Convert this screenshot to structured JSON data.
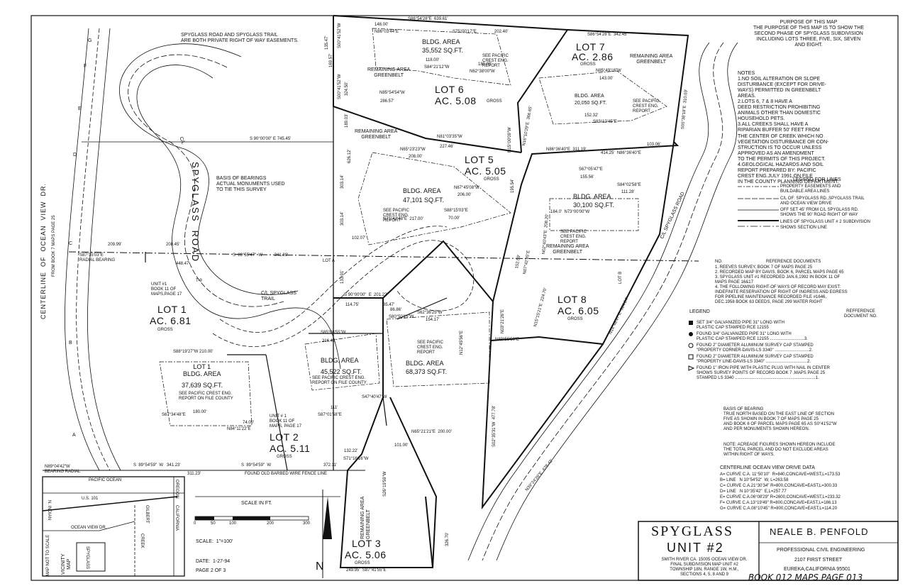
{
  "sheet": {
    "notes_purpose": "PURPOSE OF THIS MAP\nTHE PURPOSE OF THIS MAP IS TO SHOW THE\nSECOND PHASE OF SPYGLASS SUBDIVISION\nINCLUDING LOTS THREE, FIVE, SIX, SEVEN\nAND EIGHT.",
    "notes": "NOTES\n1.NO SOIL ALTERATION OR SLOPE\nDISTURBANCE (EXCEPT FOR DRIVE-\nWAYS) PERMITTED IN GREENBELT\nAREAS.\n2.LOTS 6, 7 & 8 HAVE A\nDEED RESTRICTION PROHIBITING\nANIMALS OTHER THAN DOMESTIC\nHOUSEHOLD PETS.\n3.ALL CREEKS SHALL HAVE A\nRIPARIAN BUFFER 50' FEET FROM\nTHE CENTER OF CREEK WHICH NO\nVEGETATION DISTURBANCE OR CON-\nSTRUCTION IS TO OCCUR UNLESS\nAPPROVED AS AN AMENDMENT\nTO THE PERMITS OF THIS PROJECT.\n4.GEOLOGICAL HAZARDS AND SOIL\nREPORT PREPARED BY: PACIFIC\nCREST ENG.JULY 1991,ON FILE\nIN THE COUNTY PLANNING DEPARTMENT.",
    "legend_lines": {
      "title": "LEGEND FOR LINES",
      "items": [
        "PROPERTY EASEMENTS AND\nBUILDABLE AREA LINES",
        "C/L OF: SPYGLASS RD.,SPYGLASS TRAIL\nAND OCEAN VIEW DRIVE",
        "OFF SET 45' FROM C/L SPYGLASS RD.\nSHOWS THE 90' ROAD RIGHT OF WAY",
        "LINES OF SPYGLASS UNIT # 2 SUBDIVISION",
        "SHOWS SECTION LINE"
      ]
    },
    "references": {
      "no_header": "NO.",
      "title": "REFERENCE DOCUMENTS",
      "items": [
        "1.  REEVES SURVEY, BOOK 7 OF MAPS PAGE 25",
        "2.  RECORDED MAP BY DAVIS, BOOK 6, PARCEL MAPS PAGE 65",
        "3.  SPYGLASS UNIT #1 RECORDED JAN.6,1992 IN BOOK 11 OF\n     MAPS PAGE 16&17",
        "4.  THE FOLLOWING RIGHT-OF WAYS OF RECORD MAY EXIST:\n     INDEFINITE RESERVATION OF RIGHT OF INGRESS AND EGRESS\n     FOR PIPELINE MAINTENANCE RECORDED FILE #1646,\n     DEC.1958 BOOK 63 DEEDS, PAGE 299 WATER RIGHT"
      ]
    },
    "legend": {
      "title": "LEGEND",
      "ref_header": "REFFERENCE\nDOCUMENT NO.",
      "items": [
        "SET 3/4\" GALVANIZED PIPE 31\" LONG WITH\nPLASTIC CAP STAMPED RCE 12155",
        "FOUND 3/4\" GALVANIZED PIPE 31\" LONG WITH\nPLASTIC CAP STAMPED RCE 12155 .............................3.",
        "FOUND 2\" DIAMETER ALUMINUM SURVEY CAP STAMPED\n\"PROPERTY CORNER-DAVIS-LS 3340\" .............................2.",
        "FOUND 2\" DIAMETER ALUMINUM SURVEY CAP STAMPED\n\"PROPERTY LINE-DAVIS-LS 3340\" ...................................2.",
        "FOUND 1\" IRON  PIPE WITH PLASTIC PLUG WITH NAIL IN CENTER\nSHOWS SURVEY POINTS OF RECORD BOOK 7 ,MAPS PAGE 25\nSTAMPED LS 3340 ....................................................................1."
      ]
    },
    "basis_of_bearing": "BASIS OF BEARING\nTRUE NORTH BASED ON THE EAST LINE OF SECTION\nFIVE AS SHOWN IN BOOK 7 OF MAPS PAGE 25\nAND BOOK 6 OF PARCEL MAPS PAGE 65 AS S0°41'52\"W\nAND PER MONUMENTS SHOWN HEREON.",
    "acreage_note": "NOTE: ACREAGE FIGURES SHOWN HEREON INCLUDE\nTHE TOTAL PARCEL AND DO NOT EXCLUDE AREAS\nWITHIN RIGHT OF WAYS.",
    "centerline": {
      "title": "CENTERLINE OCEAN VIEW DRIVE DATA",
      "items": [
        "A= CURVE C.A. 11°50'10\"  R=840,CONCAVE=WEST,L=173.53",
        "B= LINE   N 10°54'52\"  W, L=263.58",
        "C= CURVE C.A.21°30'34\" R=800,CONCAVE=EAST,L=300.33",
        "D= LINE   N 10°35'42\"  E,L=257.77",
        "E= CURVE C.A.06°08'29\" R=2600,CONCAVE=WEST,L=233.32",
        "F= CURVE C.A.13°19'49\" R=800,CONCAVE=EAST,L=186.13",
        "G= CURVE C.A.08°10'45\" R=800,CONCAVE=EAST,L=114.20"
      ]
    },
    "title_block": {
      "title": "SPYGLASS",
      "unit": "UNIT #2",
      "desc": "SMITH RIVER CA.  15005 OCEAN VIEW DR.\nFINAL SUBDIVISION MAP UNIT #2\nTOWNSHIP 18N, RANGE 1W, H.M.,\nSECTIONS 4, 5, 8 AND 9",
      "engineer": "NEALE B. PENFOLD",
      "profession": "PROFESSIONAL CIVIL ENGINEERING",
      "address": "2107 FIRST STREET",
      "city": "EUREKA,CALIFORNIA 95501",
      "book_note": "BOOK 012 MAPS PAGE 013"
    },
    "scale": {
      "title": "SCALE IN FT.",
      "ticks": [
        "0",
        "50",
        "100",
        "200",
        "300"
      ],
      "scale_text": "SCALE:  1\"=100'",
      "date": "DATE:  1-27-94",
      "page": "PAGE 2 OF 3",
      "north": "N"
    },
    "vicinity": {
      "title": "VICINITY\nMAP",
      "not_to_scale": "MAP NOT TO SCALE",
      "pacific": "PACIFIC OCEAN",
      "us101": "U.S. 101",
      "oregon": "OREGON",
      "california": "CALIFORNIA",
      "ocean_view": "OCEAN VIEW DR.",
      "gilbert": "GILBERT",
      "creek": "CREEK",
      "n_indian": "N. INDIAN",
      "spyglass": "SPYGLASS"
    },
    "map": {
      "lots": [
        {
          "name": "LOT 6",
          "acres": "AC. 5.08",
          "gross": "GROSS"
        },
        {
          "name": "LOT 7",
          "acres": "AC. 2.86",
          "gross": "GROSS"
        },
        {
          "name": "LOT 5",
          "acres": "AC. 5.05",
          "gross": "GROSS"
        },
        {
          "name": "LOT 1",
          "acres": "AC. 6.81",
          "gross": "GROSS"
        },
        {
          "name": "LOT 2",
          "acres": "AC. 5.11",
          "gross": "GROSS"
        },
        {
          "name": "LOT 8",
          "acres": "AC. 6.05",
          "gross": "GROSS"
        },
        {
          "name": "LOT 3",
          "acres": "AC. 5.06",
          "gross": "GROSS"
        }
      ],
      "bldg": [
        {
          "label": "BLDG. AREA",
          "area": "35,552 SQ.FT."
        },
        {
          "label": "BLDG. AREA",
          "area": "20,050 SQ.FT."
        },
        {
          "label": "BLDG. AREA",
          "area": "47,101 SQ.FT."
        },
        {
          "label": "BLDG. AREA",
          "area": "30,100 SQ.FT."
        },
        {
          "label": "BLDG. AREA",
          "area": "45,522 SQ.FT."
        },
        {
          "label": "BLDG. AREA",
          "area": "68,373 SQ.FT."
        },
        {
          "label": "LOT 1\nBLDG. AREA",
          "area": "37,639 SQ.FT."
        }
      ],
      "greenbelt": "REMAINING AREA\nGREENBELT",
      "spyglass_road": "SPYGLASS  ROAD",
      "spyglass_road_cl": "C/L SPYGLASS ROAD",
      "cl": "C/L",
      "cl_trail": "C/L SPYGLASS\nTRAIL",
      "easement_note": "SPYGLASS ROAD AND SPYGLASS TRAIL\nARE BOTH PRIVATE RIGHT OF WAY EASEMENTS.",
      "basis_note": "BASIS OF BEARINGS\nACTUAL MONUMENTS USED\nTO TIE THIS SURVEY",
      "centerline_ov": "CENTERLINE  OF  OCEAN  VIEW  DR.",
      "from_book": "FROM BOOK 7 MAPS PAGE 25",
      "unit1_a": "UNIT #1\nBOOK 11 OF\nMAPS,PAGE 17",
      "unit1_b": "UNIT # 1\nBOOK 11 OF\nMAPS, PAGE 17",
      "pacific_crest": "SEE PACIFIC\nCREST ENG.\nREPORT",
      "pacific_crest_file": "SEE PACIFIC CREST ENG.\nREPORT ON FILE COUNTY",
      "barbed_wire": "FOUND OLD BARBED WIRE FENCE LINE",
      "radial_bearing": "S87°35'03\"E\nRADIAL BEARING",
      "bearing_radial": "N89°04'42\"W\nBEARING RADIAL",
      "lot_a": "LOT A",
      "lot_b": "LOT B",
      "t9": "T-9",
      "dims": [
        {
          "t": "S86°54'28\"E  639.61'"
        },
        {
          "t": "S86°54'28\"E  342.45'"
        },
        {
          "t": "S 90°00'00\" E 745.45'"
        },
        {
          "t": "S  89°55'47\"  W          341.89'"
        },
        {
          "t": "S 90°00'00\"  E  201.22'"
        },
        {
          "t": "S  89°54'59\"  W   341.23'"
        },
        {
          "t": "S  89°54'59\"  W"
        },
        {
          "t": "372.11'"
        },
        {
          "t": "311.23'"
        },
        {
          "t": "209.99'"
        },
        {
          "t": "208.45'"
        },
        {
          "t": "448.47'"
        },
        {
          "t": "S88°19'27\"W 210.00'"
        },
        {
          "t": "N81°03'35\"W"
        },
        {
          "t": "227.46'"
        },
        {
          "t": "286.57'"
        },
        {
          "t": "N85°54'54\"W"
        },
        {
          "t": "N86°36'40\"E  311.19'"
        },
        {
          "t": "414.25'  N86°36'40\"E"
        },
        {
          "t": "103.06'"
        },
        {
          "t": "148.00'"
        },
        {
          "t": "N86°03'44\"E"
        },
        {
          "t": "S75°00'17\"E"
        },
        {
          "t": "202.40'"
        },
        {
          "t": "118.00'"
        },
        {
          "t": "S84°21'12\"W"
        },
        {
          "t": "180.00'"
        },
        {
          "t": "N62°38'00\"W"
        },
        {
          "t": "N85°49'18\"W"
        },
        {
          "t": "143.00'"
        },
        {
          "t": "152.32'"
        },
        {
          "t": "S83°12'45\"E"
        },
        {
          "t": "N65°23'23\"W"
        },
        {
          "t": "208.00'"
        },
        {
          "t": "N67°45'08\"W"
        },
        {
          "t": "206.00'"
        },
        {
          "t": "S88°15'03\"E"
        },
        {
          "t": "70.00'"
        },
        {
          "t": "N71°42'48\"E  217.00'"
        },
        {
          "t": "102.07'"
        },
        {
          "t": "S67°05'47\"E"
        },
        {
          "t": "155.56'"
        },
        {
          "t": "S84°02'58\"E"
        },
        {
          "t": "111.28'"
        },
        {
          "t": "184.0'  N73°00'00\"W"
        },
        {
          "t": "114.75'"
        },
        {
          "t": "85.47'"
        },
        {
          "t": "216.42'"
        },
        {
          "t": "S85°08'55\"W"
        },
        {
          "t": "86.86'"
        },
        {
          "t": "S80°50'15\"W"
        },
        {
          "t": "S62°36'25\"W"
        },
        {
          "t": "154.17'"
        },
        {
          "t": "N89°55'50\"E"
        },
        {
          "t": "S87°01'58\"E"
        },
        {
          "t": "111'"
        },
        {
          "t": "S47°40'47\"W"
        },
        {
          "t": "N84°11'22\"E"
        },
        {
          "t": "74.00'"
        },
        {
          "t": "S67°34'48\"E"
        },
        {
          "t": "180.00'"
        },
        {
          "t": "132.22'"
        },
        {
          "t": "S71°16'16\"W"
        },
        {
          "t": "101.00'"
        },
        {
          "t": "N65°21'21\"E  200.00'"
        },
        {
          "t": "249.95'  S87°41'55\"E"
        },
        {
          "t": "N39°24'26\"E  678.42'"
        },
        {
          "t": "S00°41'52\"W"
        },
        {
          "t": "S00°41'52\"W"
        },
        {
          "t": "169.57'"
        },
        {
          "t": "135.47'"
        },
        {
          "t": "324.50'"
        },
        {
          "t": "626.12'"
        },
        {
          "t": "189.03'"
        },
        {
          "t": "303.14'"
        },
        {
          "t": "303.14'"
        },
        {
          "t": "133.91'"
        },
        {
          "t": "N16°10'29\"E  366.65'"
        },
        {
          "t": "N15°00'09\"W"
        },
        {
          "t": "195.54'"
        },
        {
          "t": "S05°38'19\"E  310.69'"
        },
        {
          "t": "N02°40'43\"E  208.20'"
        },
        {
          "t": "N07°42'45\"E"
        },
        {
          "t": "152.59'"
        },
        {
          "t": "N15°15'21\"E  224.70'"
        },
        {
          "t": "N14°48'47\"E  324.24'"
        },
        {
          "t": "S02°35'31\"W  477.78'"
        },
        {
          "t": "N03°21'26\"E"
        },
        {
          "t": "S26°19'59\"W"
        },
        {
          "t": "326.70'"
        },
        {
          "t": "N12°45'56\"E"
        }
      ],
      "section_labels": [
        "A",
        "B",
        "C",
        "D",
        "E",
        "F",
        "G"
      ]
    }
  }
}
